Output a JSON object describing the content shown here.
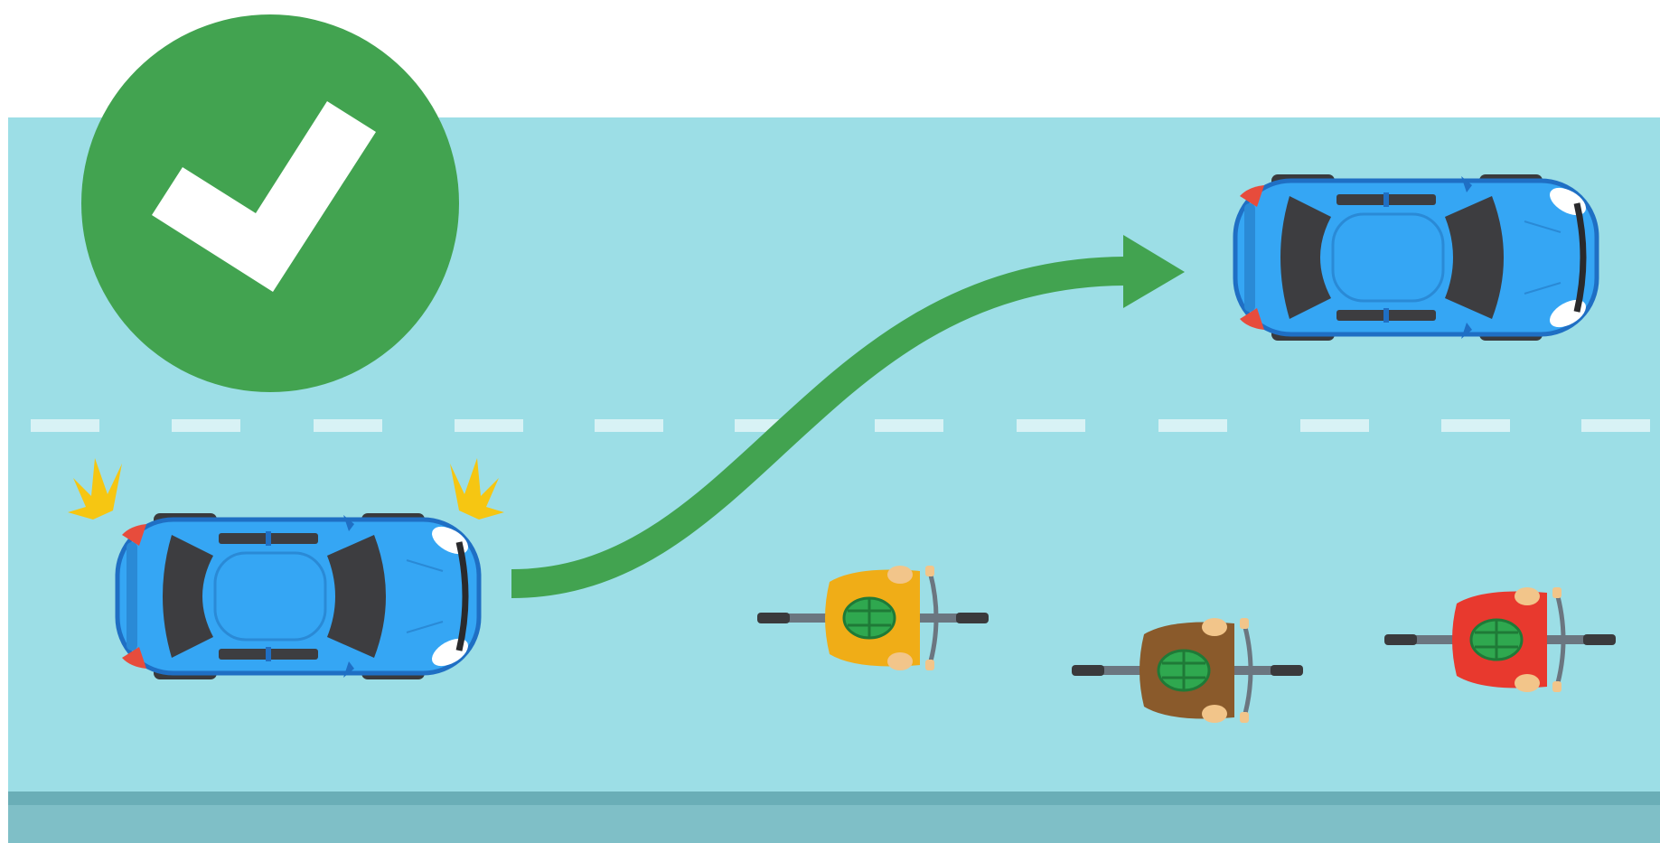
{
  "scene": {
    "colors": {
      "background": "#ffffff",
      "road": "#9cdee6",
      "curb": "#7fbfc7",
      "curb_edge": "#6aaeb7",
      "lane_marking": "#d8f2f5",
      "approval_circle": "#42a350",
      "checkmark": "#ffffff",
      "path_arrow": "#42a350",
      "car_body": "#35a6f4",
      "car_outline": "#1f6fc4",
      "car_glass": "#3d3d40",
      "tire": "#3a3a3c",
      "headlight": "#ffffff",
      "taillight": "#e74c3c",
      "signal_flash": "#f6c612",
      "helmet": "#2fa84f",
      "skin": "#f2c58a",
      "bike_frame": "#6b7680"
    },
    "approval_icon": "checkmark-in-circle-icon",
    "cars": [
      {
        "id": "overtaking-car-before",
        "indicator_flashing": true
      },
      {
        "id": "overtaking-car-after",
        "indicator_flashing": false
      }
    ],
    "cyclists": [
      {
        "id": "cyclist-yellow",
        "jersey": "#f0ad17"
      },
      {
        "id": "cyclist-brown",
        "jersey": "#8a5a2b"
      },
      {
        "id": "cyclist-red",
        "jersey": "#e8392e"
      }
    ]
  }
}
